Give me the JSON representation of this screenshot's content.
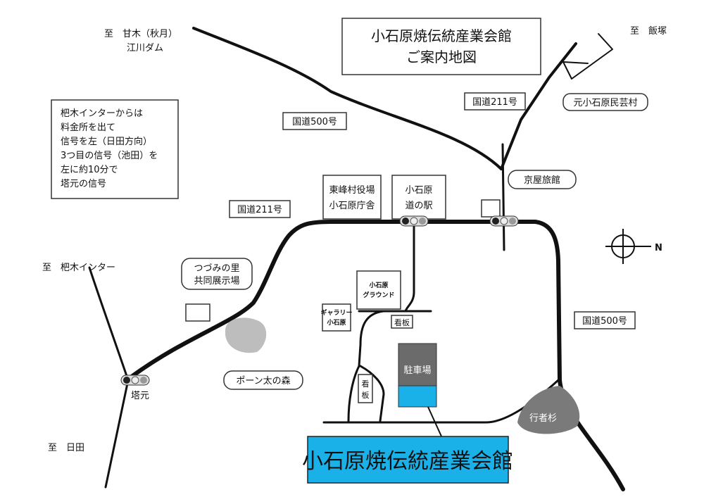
{
  "title": {
    "line1": "小石原焼伝統産業会館",
    "line2": "ご案内地図"
  },
  "directions": {
    "lines": [
      "杷木インターからは",
      "料金所を出て",
      "信号を左（日田方向）",
      "3つ目の信号（池田）を",
      "左に約10分で",
      "塔元の信号"
    ]
  },
  "destinations": {
    "amagi_line1": "至　甘木（秋月）",
    "amagi_line2": "江川ダム",
    "iizuka": "至　飯塚",
    "haki": "至　杷木インター",
    "hita": "至　日田"
  },
  "roads": {
    "r500_top": "国道500号",
    "r211_top": "国道211号",
    "r211_left": "国道211号",
    "r500_right": "国道500号"
  },
  "landmarks": {
    "moto_mingeimura": "元小石原民芸村",
    "kyoya": "京屋旅館",
    "touho_line1": "東峰村役場",
    "touho_line2": "小石原庁舎",
    "michinoeki_line1": "小石原",
    "michinoeki_line2": "道の駅",
    "tsuzumi_line1": "つづみの里",
    "tsuzumi_line2": "共同展示場",
    "ground_line1": "小石原",
    "ground_line2": "グラウンド",
    "gallery_line1": "ギャラリー",
    "gallery_line2": "小石原",
    "kanban1": "看板",
    "kanban2_line1": "看",
    "kanban2_line2": "板",
    "parking": "駐車場",
    "ponta": "ポーン太の森",
    "gyojasugi": "行者杉",
    "tougen": "塔元"
  },
  "compass": {
    "north": "N"
  },
  "destination_callout": "小石原焼伝統産業会館",
  "colors": {
    "accent": "#1ab0e8",
    "parking": "#6b6b6b",
    "forest": "#bdbdbd",
    "cedar": "#7a7a7a"
  }
}
